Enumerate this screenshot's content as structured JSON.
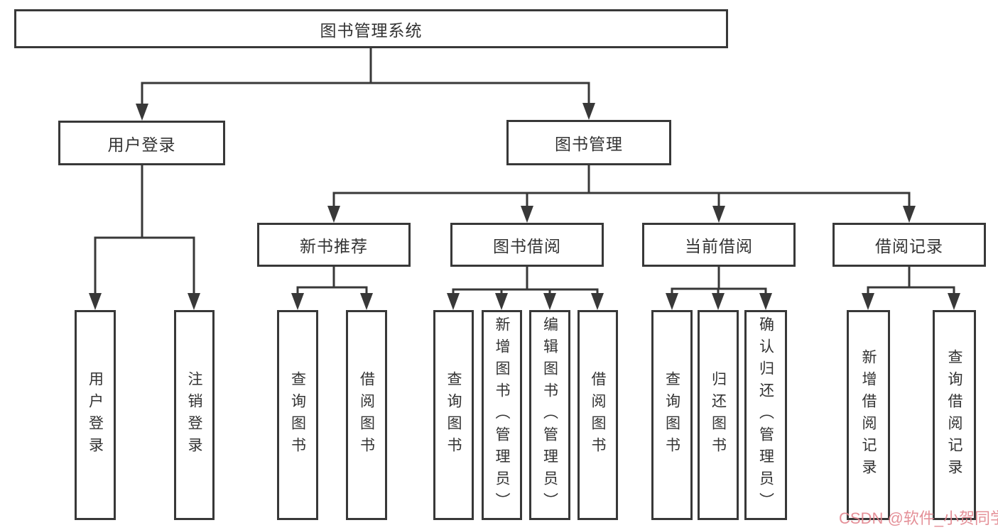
{
  "diagram": {
    "root": "图书管理系统",
    "level2": {
      "login": "用户登录",
      "manage": "图书管理"
    },
    "login_children": [
      "用户登录",
      "注销登录"
    ],
    "manage_groups": [
      {
        "label": "新书推荐",
        "children": [
          "查询图书",
          "借阅图书"
        ]
      },
      {
        "label": "图书借阅",
        "children": [
          "查询图书",
          "新增图书（管理员）",
          "编辑图书（管理员）",
          "借阅图书"
        ]
      },
      {
        "label": "当前借阅",
        "children": [
          "查询图书",
          "归还图书",
          "确认归还（管理员）"
        ]
      },
      {
        "label": "借阅记录",
        "children": [
          "新增借阅记录",
          "查询借阅记录"
        ]
      }
    ]
  },
  "watermark": {
    "text": "CSDN @软件_小贺同学",
    "color": "#e2848d"
  },
  "colors": {
    "line": "#383838",
    "text": "#333333",
    "canvas": "#ffffff"
  }
}
